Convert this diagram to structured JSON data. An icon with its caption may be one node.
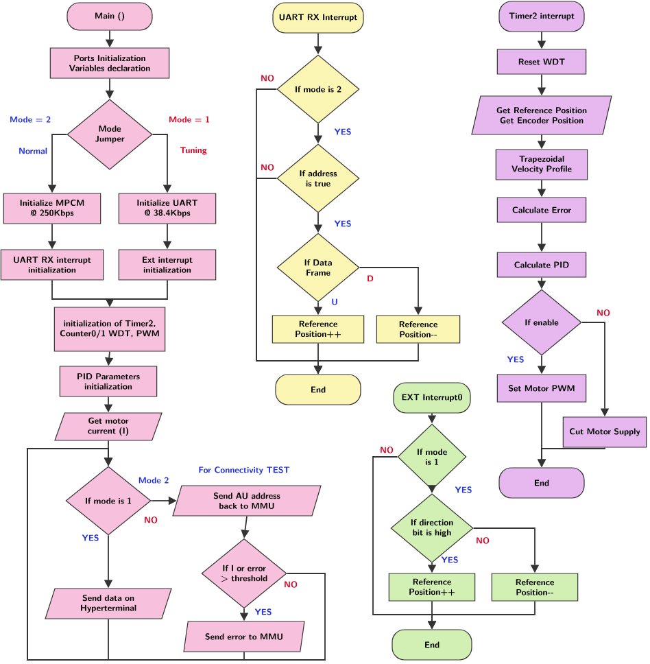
{
  "diagram": {
    "nodes": [
      {
        "text": [
          "Main ()"
        ]
      },
      {
        "text": [
          "Ports Initialization Variables declaration"
        ]
      },
      {
        "text": [
          "Mode Jumper"
        ]
      },
      {
        "text": [
          "Initialize MPCM @ 250Kbps"
        ]
      },
      {
        "text": [
          "Initialize UART @ 38.4Kbps"
        ]
      },
      {
        "text": [
          "UART RX interrupt initialization"
        ]
      },
      {
        "text": [
          "Ext interrupt initialization"
        ]
      },
      {
        "text": [
          "initialization of Timer2, Counter0/1 WDT, PWM"
        ]
      },
      {
        "text": [
          "PID Parameters initialization"
        ]
      },
      {
        "text": [
          "Get motor current (I)"
        ]
      },
      {
        "text": [
          "If mode is 1"
        ]
      },
      {
        "text": [
          "Send AU address back to MMU"
        ]
      },
      {
        "text": [
          "If I or error > threshold"
        ]
      },
      {
        "text": [
          "Send data on Hyperterminal"
        ]
      },
      {
        "text": [
          "Send error to MMU"
        ]
      },
      {
        "text": [
          "UART RX Interrupt"
        ]
      },
      {
        "text": [
          "If mode is 2"
        ]
      },
      {
        "text": [
          "If address is true"
        ]
      },
      {
        "text": [
          "If Data Frame"
        ]
      },
      {
        "text": [
          "Reference Position++"
        ]
      },
      {
        "text": [
          "Reference Position--"
        ]
      },
      {
        "text": [
          "End"
        ]
      },
      {
        "text": [
          "Timer2 interrupt"
        ]
      },
      {
        "text": [
          "Reset WDT"
        ]
      },
      {
        "text": [
          "Get Reference Position Get Encoder Position"
        ]
      },
      {
        "text": [
          "Trapezoidal Velocity Profile"
        ]
      },
      {
        "text": [
          "Calculate Error"
        ]
      },
      {
        "text": [
          "Calculate PID"
        ]
      },
      {
        "text": [
          "If enable"
        ]
      },
      {
        "text": [
          "Set Motor PWM"
        ]
      },
      {
        "text": [
          "Cut Motor Supply"
        ]
      },
      {
        "text": [
          "End"
        ]
      },
      {
        "text": [
          "EXT Interrupt0"
        ]
      },
      {
        "text": [
          "If mode is 1"
        ]
      },
      {
        "text": [
          "If direction bit is high"
        ]
      },
      {
        "text": [
          "Reference Position++"
        ]
      },
      {
        "text": [
          "Reference Position--"
        ]
      },
      {
        "text": [
          "End"
        ]
      }
    ],
    "edges": [
      {
        "from": 0,
        "to": 1,
        "arrow": "to"
      },
      {
        "from": 1,
        "to": 2,
        "arrow": "to"
      },
      {
        "from": 2,
        "to": 3,
        "arrow": "to",
        "label": "Mode = 2"
      },
      {
        "from": 2,
        "to": 4,
        "arrow": "to",
        "label": "Mode = 1"
      },
      {
        "from": 3,
        "to": 5,
        "arrow": "to"
      },
      {
        "from": 4,
        "to": 6,
        "arrow": "to"
      },
      {
        "from": 5,
        "to": 7,
        "arrow": "to"
      },
      {
        "from": 6,
        "to": 7,
        "arrow": "to"
      },
      {
        "from": 7,
        "to": 8,
        "arrow": "to"
      },
      {
        "from": 8,
        "to": 9,
        "arrow": "to"
      },
      {
        "from": 9,
        "to": 10,
        "arrow": "to"
      },
      {
        "from": 10,
        "to": 11,
        "arrow": "to",
        "label": "NO"
      },
      {
        "from": 10,
        "to": 13,
        "arrow": "to",
        "label": "YES"
      },
      {
        "from": 11,
        "to": 12,
        "arrow": "to"
      },
      {
        "from": 12,
        "to": 14,
        "arrow": "to",
        "label": "YES"
      },
      {
        "from": 13,
        "to": 10,
        "arrow": "to"
      },
      {
        "from": 14,
        "to": 10,
        "arrow": "to"
      },
      {
        "from": 12,
        "to": 10,
        "arrow": "to",
        "label": "NO"
      },
      {
        "from": 15,
        "to": 16,
        "arrow": "to"
      },
      {
        "from": 16,
        "to": 17,
        "arrow": "to",
        "label": "YES"
      },
      {
        "from": 17,
        "to": 18,
        "arrow": "to",
        "label": "YES"
      },
      {
        "from": 18,
        "to": 19,
        "arrow": "to",
        "label": "U"
      },
      {
        "from": 18,
        "to": 20,
        "arrow": "to",
        "label": "D"
      },
      {
        "from": 19,
        "to": 21,
        "arrow": "to"
      },
      {
        "from": 20,
        "to": 21,
        "arrow": "to"
      },
      {
        "from": 16,
        "to": 21,
        "arrow": "to",
        "label": "NO"
      },
      {
        "from": 17,
        "to": 21,
        "arrow": "to",
        "label": "NO"
      },
      {
        "from": 22,
        "to": 23,
        "arrow": "to"
      },
      {
        "from": 23,
        "to": 24,
        "arrow": "to"
      },
      {
        "from": 24,
        "to": 25,
        "arrow": "to"
      },
      {
        "from": 25,
        "to": 26,
        "arrow": "to"
      },
      {
        "from": 26,
        "to": 27,
        "arrow": "to"
      },
      {
        "from": 27,
        "to": 28,
        "arrow": "to"
      },
      {
        "from": 28,
        "to": 29,
        "arrow": "to",
        "label": "YES"
      },
      {
        "from": 28,
        "to": 30,
        "arrow": "to",
        "label": "NO"
      },
      {
        "from": 29,
        "to": 31,
        "arrow": "to"
      },
      {
        "from": 30,
        "to": 31,
        "arrow": "to"
      },
      {
        "from": 32,
        "to": 33,
        "arrow": "to"
      },
      {
        "from": 33,
        "to": 34,
        "arrow": "to",
        "label": "YES"
      },
      {
        "from": 34,
        "to": 35,
        "arrow": "to",
        "label": "YES"
      },
      {
        "from": 34,
        "to": 36,
        "arrow": "to",
        "label": "NO"
      },
      {
        "from": 35,
        "to": 37,
        "arrow": "to"
      },
      {
        "from": 36,
        "to": 37,
        "arrow": "to"
      },
      {
        "from": 33,
        "to": 37,
        "arrow": "to",
        "label": "NO"
      }
    ],
    "labels": [
      "Normal",
      "Tuning",
      "Mode 2",
      "For Connectivity TEST"
    ]
  }
}
